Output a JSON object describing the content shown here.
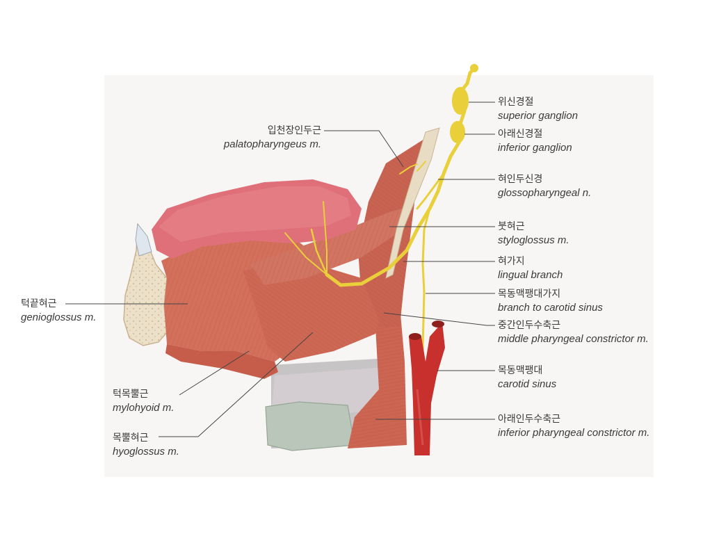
{
  "colors": {
    "muscle": "#d2705b",
    "muscle_dark": "#b95443",
    "tongue": "#dd6e78",
    "nerve": "#e9cf3a",
    "artery": "#c7302c",
    "bone": "#ece0c8",
    "cartilage": "#b8c4b8",
    "leader": "#444444"
  },
  "labels": [
    {
      "id": "superior-ganglion",
      "ko": "위신경절",
      "la": "superior ganglion"
    },
    {
      "id": "inferior-ganglion",
      "ko": "아래신경절",
      "la": "inferior ganglion"
    },
    {
      "id": "palatopharyngeus",
      "ko": "입천장인두근",
      "la": "palatopharyngeus m."
    },
    {
      "id": "glossopharyngeal-nerve",
      "ko": "혀인두신경",
      "la": "glossopharyngeal n."
    },
    {
      "id": "styloglossus",
      "ko": "붓혀근",
      "la": "styloglossus m."
    },
    {
      "id": "lingual-branch",
      "ko": "혀가지",
      "la": "lingual branch"
    },
    {
      "id": "genioglossus",
      "ko": "턱끝혀근",
      "la": "genioglossus m."
    },
    {
      "id": "branch-carotid-sinus",
      "ko": "목동맥팽대가지",
      "la": "branch to carotid sinus"
    },
    {
      "id": "middle-constrictor",
      "ko": "중간인두수축근",
      "la": "middle pharyngeal constrictor m."
    },
    {
      "id": "carotid-sinus",
      "ko": "목동맥팽대",
      "la": "carotid sinus"
    },
    {
      "id": "mylohyoid",
      "ko": "턱목뿔근",
      "la": "mylohyoid m."
    },
    {
      "id": "inferior-constrictor",
      "ko": "아래인두수축근",
      "la": "inferior pharyngeal constrictor m."
    },
    {
      "id": "hyoglossus",
      "ko": "목뿔혀근",
      "la": "hyoglossus m."
    }
  ]
}
